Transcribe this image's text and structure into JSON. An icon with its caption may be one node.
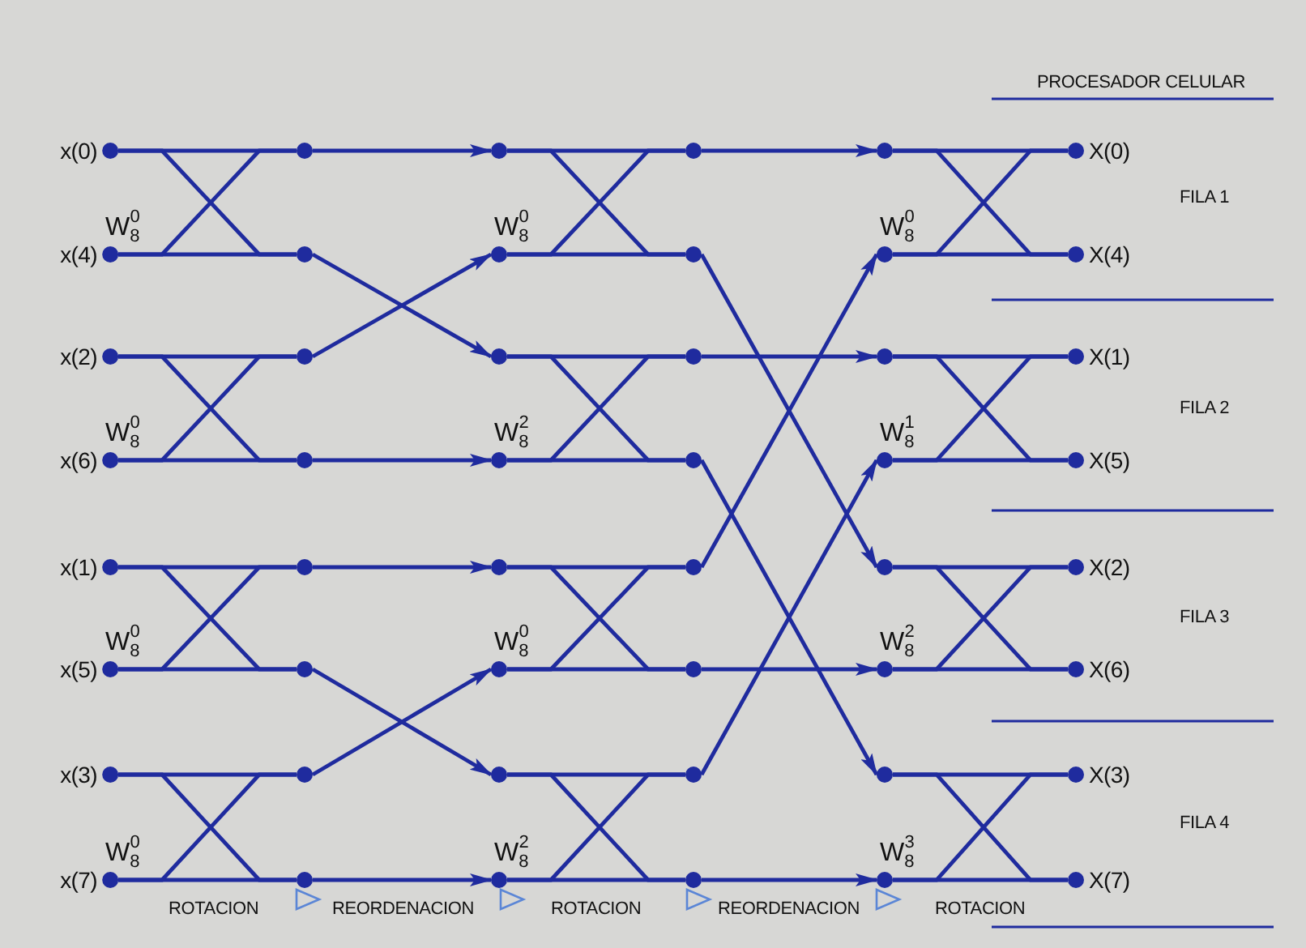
{
  "diagram": {
    "nodes": [
      {
        "text": [
          "x(0)"
        ]
      },
      {
        "text": [
          "x(4)"
        ],
        "beside": [
          "W$_{8}$$^{0}$"
        ]
      },
      {
        "text": [
          "x(2)"
        ]
      },
      {
        "text": [
          "x(6)"
        ],
        "beside": [
          "W$_{8}$$^{0}$"
        ]
      },
      {
        "text": [
          "x(1)"
        ]
      },
      {
        "text": [
          "x(5)"
        ],
        "beside": [
          "W$_{8}$$^{0}$"
        ]
      },
      {
        "text": [
          "x(3)"
        ]
      },
      {
        "text": [
          "x(7)"
        ],
        "beside": [
          "W$_{8}$$^{0}$"
        ]
      },
      {
        "text": [],
        "shape": "circle"
      },
      {
        "text": [],
        "shape": "circle"
      },
      {
        "text": [],
        "shape": "circle"
      },
      {
        "text": [],
        "shape": "circle"
      },
      {
        "text": [],
        "shape": "circle"
      },
      {
        "text": [],
        "shape": "circle"
      },
      {
        "text": [],
        "shape": "circle"
      },
      {
        "text": [],
        "shape": "circle"
      },
      {
        "text": [],
        "shape": "circle"
      },
      {
        "text": [],
        "shape": "circle",
        "beside": [
          "W$_{8}$$^{0}$"
        ]
      },
      {
        "text": [],
        "shape": "circle"
      },
      {
        "text": [],
        "shape": "circle",
        "beside": [
          "W$_{8}$$^{2}$"
        ]
      },
      {
        "text": [],
        "shape": "circle"
      },
      {
        "text": [],
        "shape": "circle",
        "beside": [
          "W$_{8}$$^{0}$"
        ]
      },
      {
        "text": [],
        "shape": "circle"
      },
      {
        "text": [],
        "shape": "circle",
        "beside": [
          "W$_{8}$$^{2}$"
        ]
      },
      {
        "text": [],
        "shape": "circle"
      },
      {
        "text": [],
        "shape": "circle"
      },
      {
        "text": [],
        "shape": "circle"
      },
      {
        "text": [],
        "shape": "circle"
      },
      {
        "text": [],
        "shape": "circle"
      },
      {
        "text": [],
        "shape": "circle"
      },
      {
        "text": [],
        "shape": "circle"
      },
      {
        "text": [],
        "shape": "circle"
      },
      {
        "text": [],
        "shape": "circle"
      },
      {
        "text": [],
        "shape": "circle",
        "beside": [
          "W$_{8}$$^{0}$"
        ]
      },
      {
        "text": [],
        "shape": "circle"
      },
      {
        "text": [],
        "shape": "circle",
        "beside": [
          "W$_{8}$$^{1}$"
        ]
      },
      {
        "text": [],
        "shape": "circle"
      },
      {
        "text": [],
        "shape": "circle",
        "beside": [
          "W$_{8}$$^{2}$"
        ]
      },
      {
        "text": [],
        "shape": "circle"
      },
      {
        "text": [],
        "shape": "circle",
        "beside": [
          "W$_{8}$$^{3}$"
        ]
      },
      {
        "text": [
          "X(0)"
        ]
      },
      {
        "text": [
          "X(4)"
        ]
      },
      {
        "text": [
          "X(1)"
        ]
      },
      {
        "text": [
          "X(5)"
        ]
      },
      {
        "text": [
          "X(2)"
        ]
      },
      {
        "text": [
          "X(6)"
        ]
      },
      {
        "text": [
          "X(3)"
        ]
      },
      {
        "text": [
          "X(7)"
        ]
      }
    ],
    "edges": [
      {
        "from": 0,
        "to": 8,
        "arrow": "none"
      },
      {
        "from": 0,
        "to": 9,
        "arrow": "none"
      },
      {
        "from": 1,
        "to": 8,
        "arrow": "none"
      },
      {
        "from": 1,
        "to": 9,
        "arrow": "none"
      },
      {
        "from": 2,
        "to": 10,
        "arrow": "none"
      },
      {
        "from": 2,
        "to": 11,
        "arrow": "none"
      },
      {
        "from": 3,
        "to": 10,
        "arrow": "none"
      },
      {
        "from": 3,
        "to": 11,
        "arrow": "none"
      },
      {
        "from": 4,
        "to": 12,
        "arrow": "none"
      },
      {
        "from": 4,
        "to": 13,
        "arrow": "none"
      },
      {
        "from": 5,
        "to": 12,
        "arrow": "none"
      },
      {
        "from": 5,
        "to": 13,
        "arrow": "none"
      },
      {
        "from": 6,
        "to": 14,
        "arrow": "none"
      },
      {
        "from": 6,
        "to": 15,
        "arrow": "none"
      },
      {
        "from": 7,
        "to": 14,
        "arrow": "none"
      },
      {
        "from": 7,
        "to": 15,
        "arrow": "none"
      },
      {
        "from": 8,
        "to": 16,
        "arrow": "to"
      },
      {
        "from": 9,
        "to": 18,
        "arrow": "to"
      },
      {
        "from": 10,
        "to": 17,
        "arrow": "to"
      },
      {
        "from": 11,
        "to": 19,
        "arrow": "to"
      },
      {
        "from": 12,
        "to": 20,
        "arrow": "to"
      },
      {
        "from": 13,
        "to": 22,
        "arrow": "to"
      },
      {
        "from": 14,
        "to": 21,
        "arrow": "to"
      },
      {
        "from": 15,
        "to": 23,
        "arrow": "to"
      },
      {
        "from": 16,
        "to": 24,
        "arrow": "none"
      },
      {
        "from": 16,
        "to": 25,
        "arrow": "none"
      },
      {
        "from": 17,
        "to": 24,
        "arrow": "none"
      },
      {
        "from": 17,
        "to": 25,
        "arrow": "none"
      },
      {
        "from": 18,
        "to": 26,
        "arrow": "none"
      },
      {
        "from": 18,
        "to": 27,
        "arrow": "none"
      },
      {
        "from": 19,
        "to": 26,
        "arrow": "none"
      },
      {
        "from": 19,
        "to": 27,
        "arrow": "none"
      },
      {
        "from": 20,
        "to": 28,
        "arrow": "none"
      },
      {
        "from": 20,
        "to": 29,
        "arrow": "none"
      },
      {
        "from": 21,
        "to": 28,
        "arrow": "none"
      },
      {
        "from": 21,
        "to": 29,
        "arrow": "none"
      },
      {
        "from": 22,
        "to": 30,
        "arrow": "none"
      },
      {
        "from": 22,
        "to": 31,
        "arrow": "none"
      },
      {
        "from": 23,
        "to": 30,
        "arrow": "none"
      },
      {
        "from": 23,
        "to": 31,
        "arrow": "none"
      },
      {
        "from": 24,
        "to": 32,
        "arrow": "to"
      },
      {
        "from": 25,
        "to": 36,
        "arrow": "to"
      },
      {
        "from": 26,
        "to": 34,
        "arrow": "to"
      },
      {
        "from": 27,
        "to": 38,
        "arrow": "to"
      },
      {
        "from": 28,
        "to": 33,
        "arrow": "to"
      },
      {
        "from": 29,
        "to": 37,
        "arrow": "to"
      },
      {
        "from": 30,
        "to": 35,
        "arrow": "to"
      },
      {
        "from": 31,
        "to": 39,
        "arrow": "to"
      },
      {
        "from": 32,
        "to": 40,
        "arrow": "none"
      },
      {
        "from": 32,
        "to": 41,
        "arrow": "none"
      },
      {
        "from": 33,
        "to": 40,
        "arrow": "none"
      },
      {
        "from": 33,
        "to": 41,
        "arrow": "none"
      },
      {
        "from": 34,
        "to": 42,
        "arrow": "none"
      },
      {
        "from": 34,
        "to": 43,
        "arrow": "none"
      },
      {
        "from": 35,
        "to": 42,
        "arrow": "none"
      },
      {
        "from": 35,
        "to": 43,
        "arrow": "none"
      },
      {
        "from": 36,
        "to": 44,
        "arrow": "none"
      },
      {
        "from": 36,
        "to": 45,
        "arrow": "none"
      },
      {
        "from": 37,
        "to": 44,
        "arrow": "none"
      },
      {
        "from": 37,
        "to": 45,
        "arrow": "none"
      },
      {
        "from": 38,
        "to": 46,
        "arrow": "none"
      },
      {
        "from": 38,
        "to": 47,
        "arrow": "none"
      },
      {
        "from": 39,
        "to": 46,
        "arrow": "none"
      },
      {
        "from": 39,
        "to": 47,
        "arrow": "none"
      }
    ],
    "labels": [
      "PROCESADOR CELULAR",
      "FILA 1",
      "FILA 2",
      "FILA 3",
      "FILA 4",
      "ROTACION",
      "REORDENACION",
      "ROTACION",
      "REORDENACION",
      "ROTACION"
    ]
  }
}
